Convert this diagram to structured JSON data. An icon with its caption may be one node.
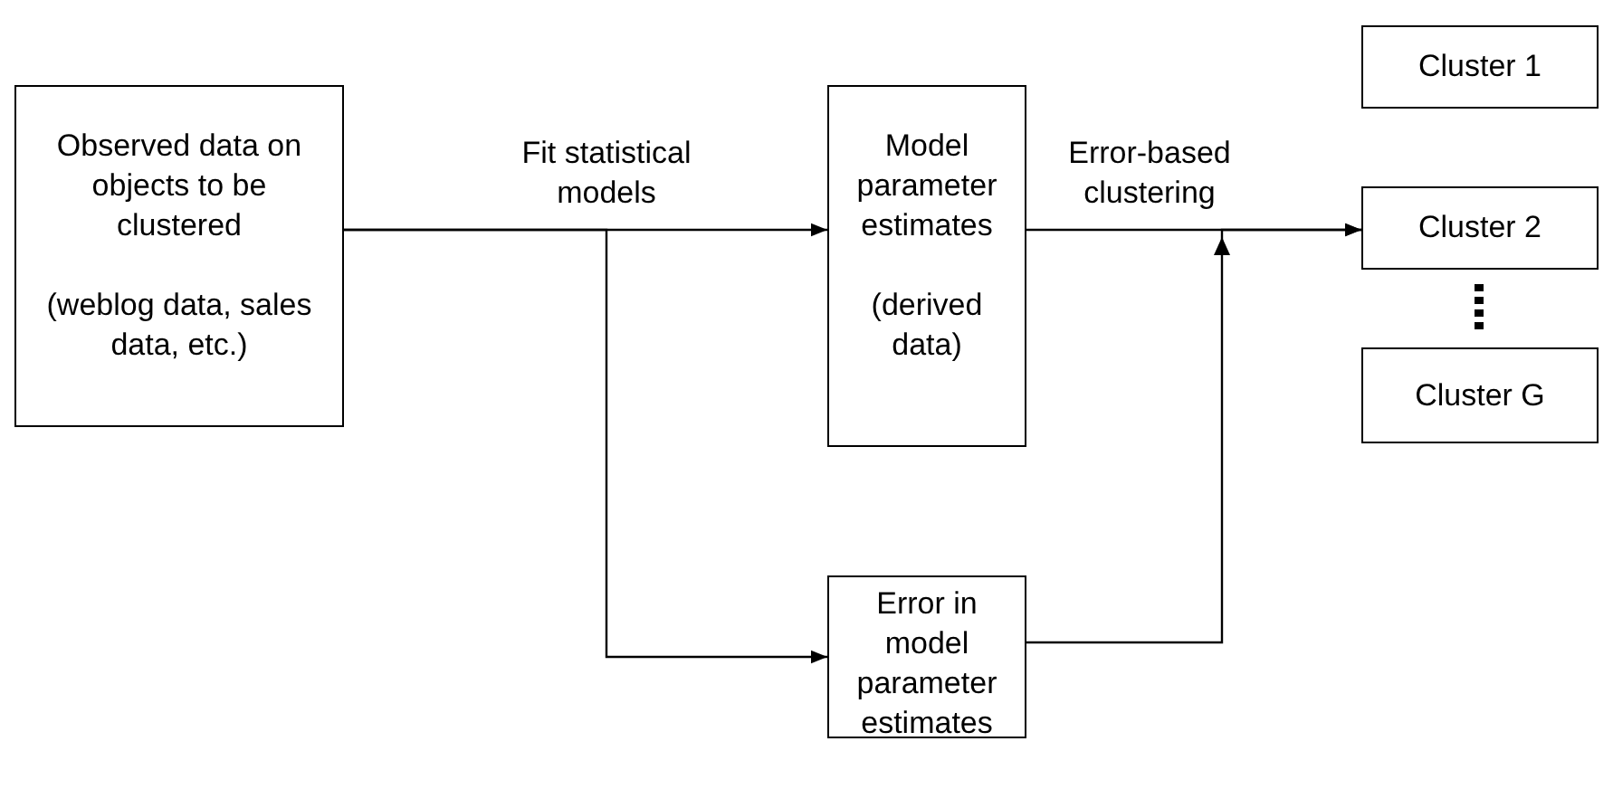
{
  "diagram": {
    "nodes": [
      {
        "text": [
          "Observed data on objects to be clustered",
          "(weblog data, sales data, etc.)"
        ]
      },
      {
        "text": [
          "Model parameter estimates",
          "(derived data)"
        ]
      },
      {
        "text": [
          "Error in model parameter estimates"
        ]
      },
      {
        "text": [
          "Cluster 1"
        ]
      },
      {
        "text": [
          "Cluster 2"
        ]
      },
      {
        "text": [
          "Cluster G"
        ]
      }
    ],
    "edges": [
      {
        "from": 0,
        "to": 1,
        "arrow": "to",
        "label": "Fit statistical models"
      },
      {
        "from": 0,
        "to": 2,
        "arrow": "to"
      },
      {
        "from": 1,
        "to": 4,
        "arrow": "to",
        "label": "Error-based clustering"
      },
      {
        "from": 2,
        "to": 4,
        "arrow": "to"
      }
    ]
  }
}
